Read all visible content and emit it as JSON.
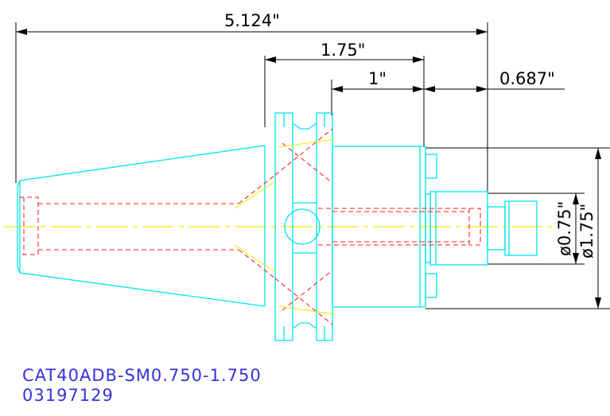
{
  "dimensions": {
    "overall_length": "5.124\"",
    "shank_length": "1.75\"",
    "bore_depth": "1\"",
    "projection": "0.687\"",
    "bore_diameter": "ø0.75\"",
    "body_diameter": "ø1.75\""
  },
  "title_block": {
    "part_number": "CAT40ADB-SM0.750-1.750",
    "id_number": "03197129"
  },
  "colors": {
    "outline": "#00e5ee",
    "hidden": "#ff2222",
    "centerline": "#eeee00",
    "dimension": "#000000",
    "title_text": "#3333dd"
  }
}
